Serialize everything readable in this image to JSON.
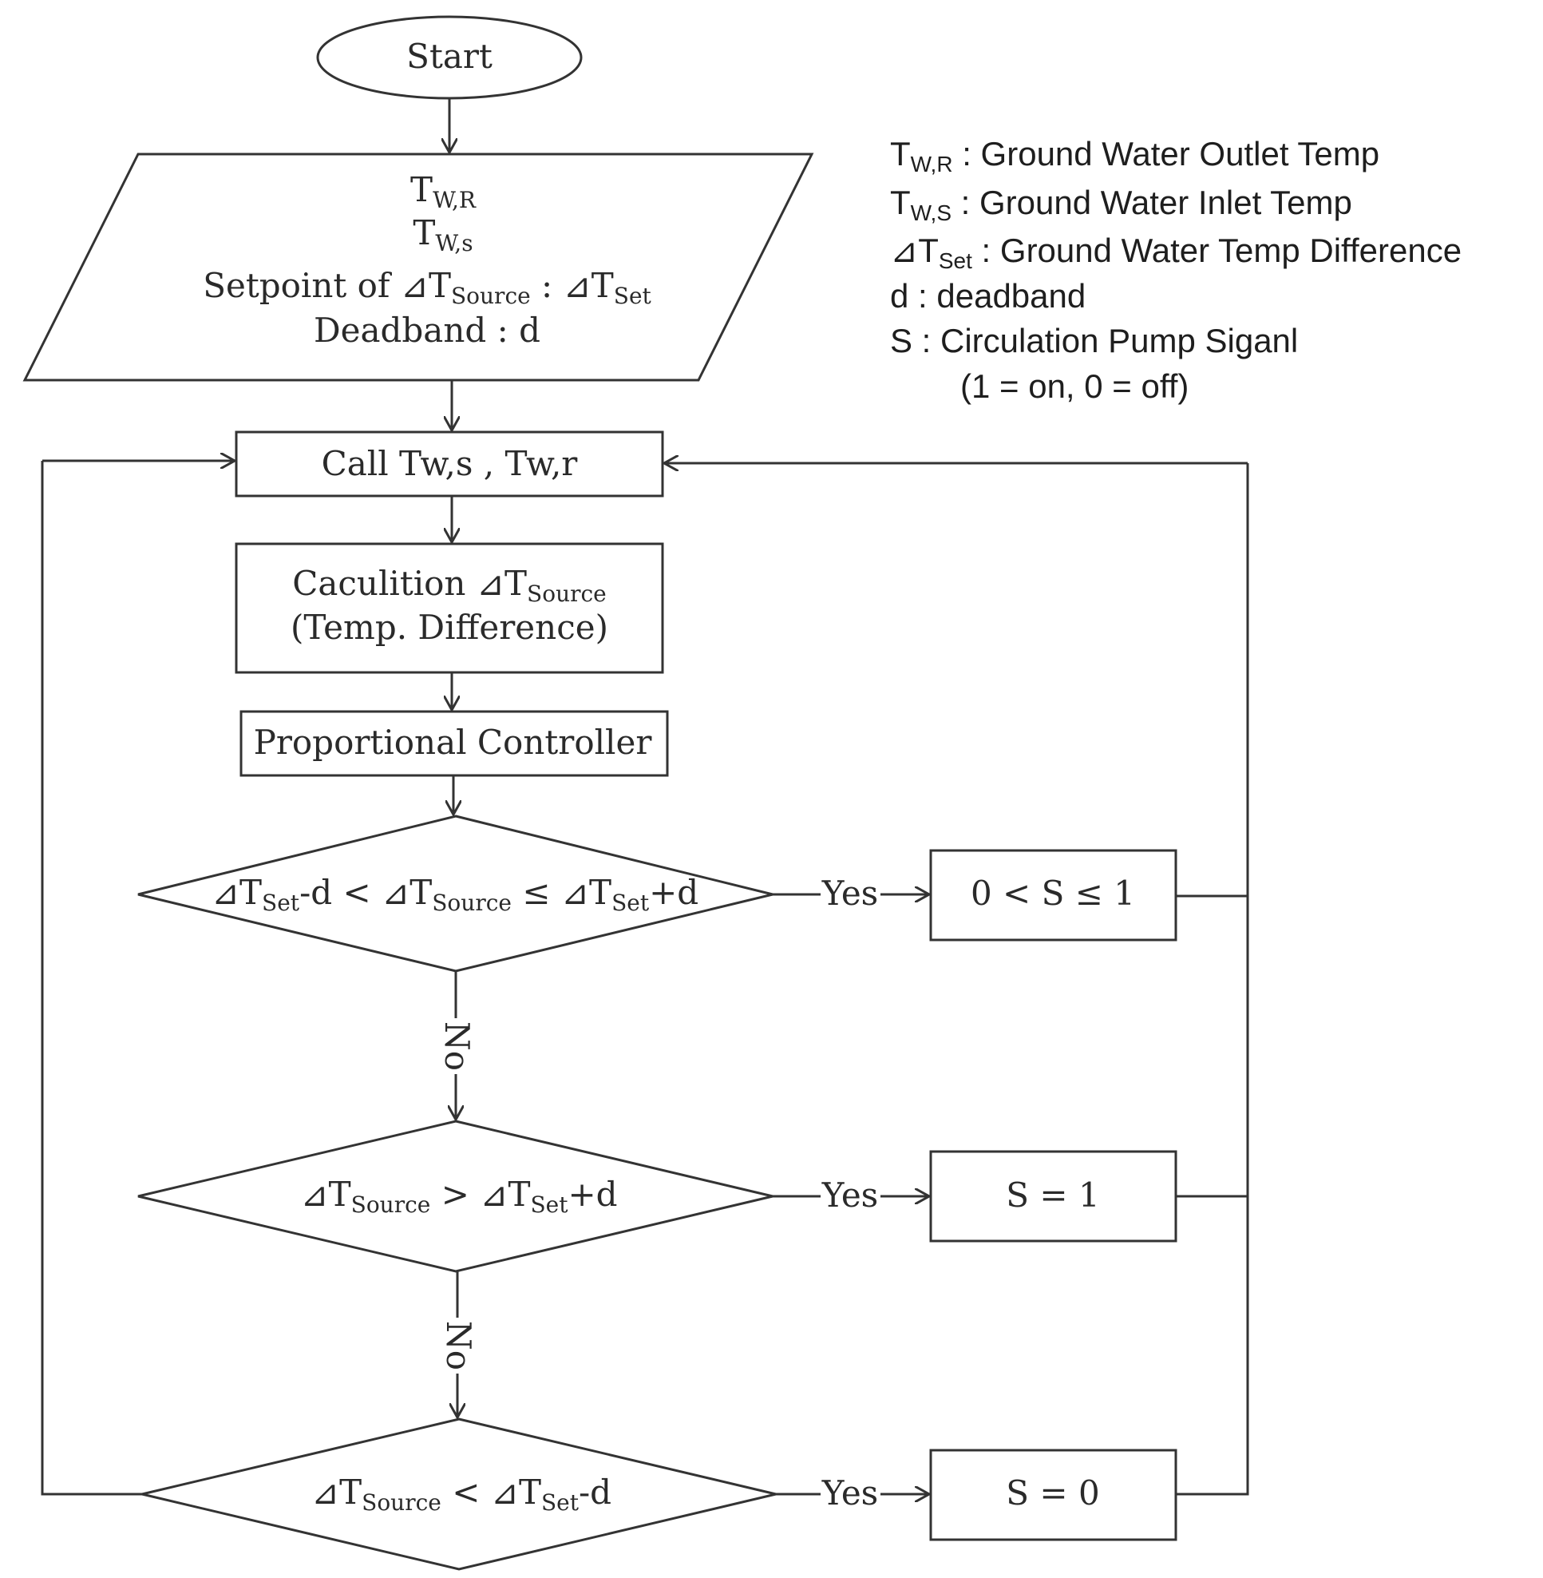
{
  "flowchart": {
    "start": "Start",
    "input": {
      "line1_main": "T",
      "line1_sub": "W,R",
      "line2_main": "T",
      "line2_sub": "W,s",
      "line3_a": "Setpoint  of  ⊿T",
      "line3_sub1": "Source",
      "line3_b": "  :  ⊿T",
      "line3_sub2": "Set",
      "line4": "Deadband  :  d"
    },
    "call": "Call  Tw,s  ,  Tw,r",
    "calc": {
      "line1_a": "Caculition  ⊿T",
      "line1_sub": "Source",
      "line2": "(Temp.  Difference)"
    },
    "controller": "Proportional  Controller",
    "decision1": {
      "a": "⊿T",
      "sub1": "Set",
      "b": "-d  <  ⊿T",
      "sub2": "Source",
      "c": "  ≤  ⊿T",
      "sub3": "Set",
      "d": "+d"
    },
    "decision2": {
      "a": "⊿T",
      "sub1": "Source",
      "b": "  >  ⊿T",
      "sub2": "Set",
      "c": "+d"
    },
    "decision3": {
      "a": "⊿T",
      "sub1": "Source",
      "b": "  <  ⊿T",
      "sub2": "Set",
      "c": "-d"
    },
    "yes_label": "Yes",
    "no_label": "No",
    "out1": "0  <  S  ≤  1",
    "out2": "S  =  1",
    "out3": "S  =  0"
  },
  "legend": {
    "row1": {
      "main": "T",
      "sub": "W,R",
      "text": " : Ground Water Outlet Temp"
    },
    "row2": {
      "main": "T",
      "sub": "W,S",
      "text": " : Ground Water Inlet Temp"
    },
    "row3": {
      "main": "⊿T",
      "sub": "Set",
      "text": " : Ground Water Temp Difference"
    },
    "row4": "d : deadband",
    "row5": "S : Circulation Pump Siganl",
    "row6": "(1 = on, 0 = off)"
  }
}
